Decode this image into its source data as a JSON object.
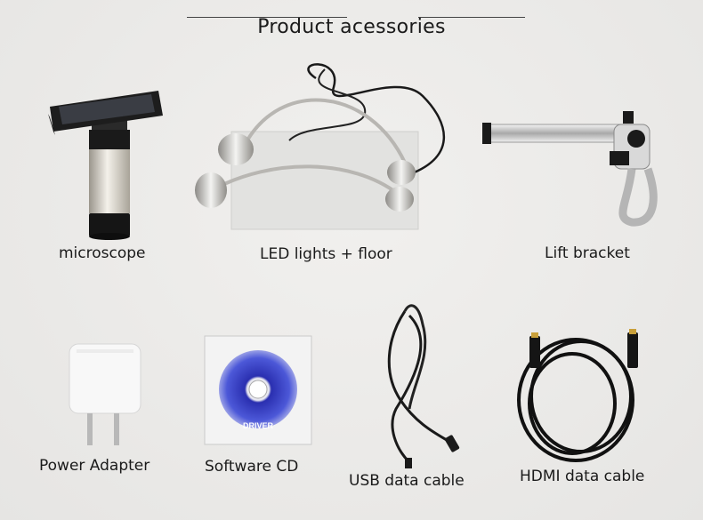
{
  "title": "Product acessories",
  "items": [
    {
      "label": "microscope",
      "icon": "digital-microscope-icon"
    },
    {
      "label": "LED lights + floor",
      "icon": "led-lights-base-icon"
    },
    {
      "label": "Lift bracket",
      "icon": "lift-bracket-icon"
    },
    {
      "label": "Power Adapter",
      "icon": "power-adapter-icon"
    },
    {
      "label": "Software CD",
      "icon": "software-cd-icon"
    },
    {
      "label": "USB data cable",
      "icon": "usb-cable-icon"
    },
    {
      "label": "HDMI data cable",
      "icon": "hdmi-cable-icon"
    }
  ],
  "cd": {
    "disc_text": "DRIVER"
  }
}
